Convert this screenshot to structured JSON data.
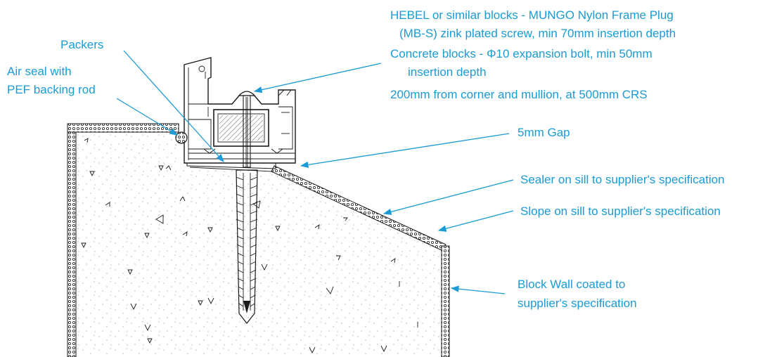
{
  "colors": {
    "callout": "#1a9bd6",
    "drawing": "#1a1a1a",
    "background": "#ffffff"
  },
  "labels": {
    "packers": "Packers",
    "air_seal": [
      "Air seal with",
      "PEF backing rod"
    ],
    "fixing_note": [
      "HEBEL or similar blocks - MUNGO Nylon Frame Plug",
      "(MB-S) zink plated screw, min 70mm insertion depth",
      "Concrete blocks - Φ10 expansion bolt, min 50mm",
      "insertion depth",
      "200mm from corner and mullion, at 500mm CRS"
    ],
    "gap": "5mm Gap",
    "sealer": "Sealer on sill to supplier's specification",
    "slope": "Slope on sill to supplier's specification",
    "block_wall": [
      "Block Wall coated to",
      "supplier's specification"
    ]
  }
}
